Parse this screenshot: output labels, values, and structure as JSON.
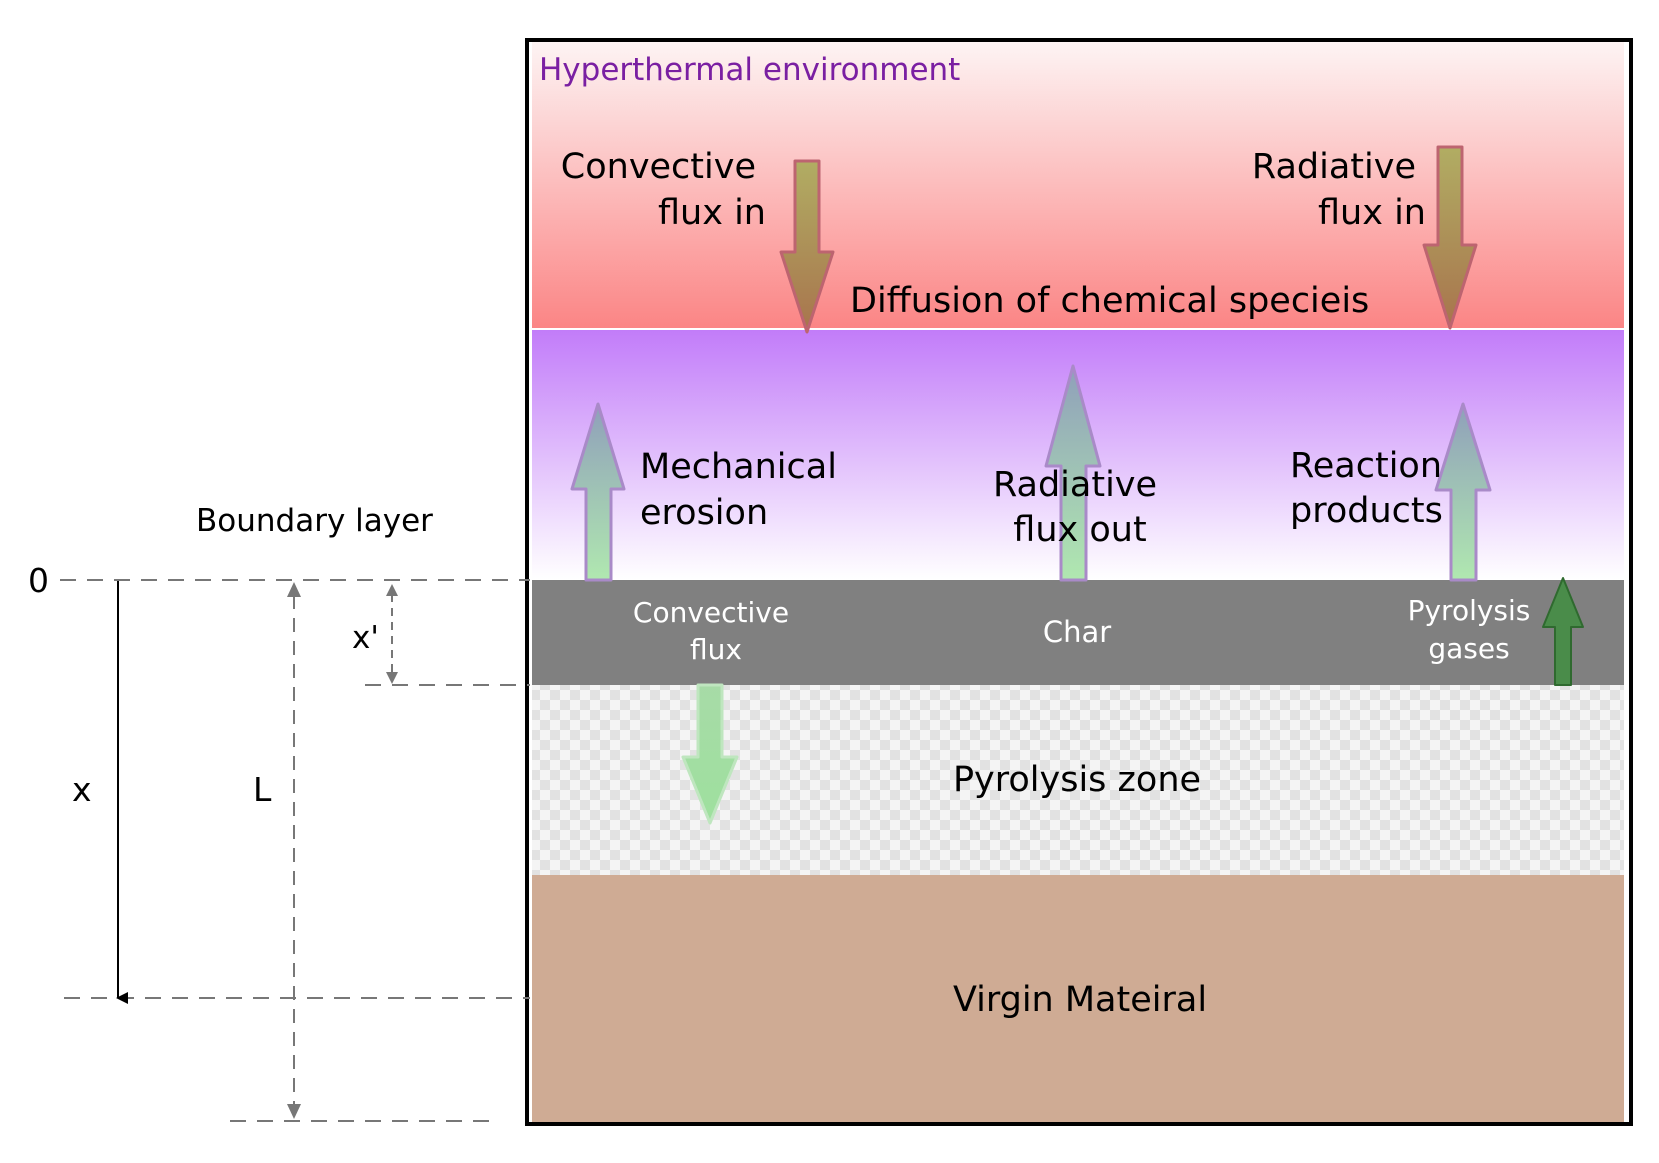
{
  "colors": {
    "hyperthermal_top": "#fdf4f4",
    "hyperthermal_bottom": "#fb8585",
    "boundary_top": "#c27cf9",
    "boundary_bottom": "#ffffff",
    "char": "#808080",
    "pyrolysis_light": "#f4f4f4",
    "pyrolysis_dark": "#dcdcdc",
    "virgin": "#cfab94",
    "hyperthermal_label": "#7a1fa2",
    "in_arrow_top": "#b1ad63",
    "in_arrow_bottom": "#a8744d",
    "in_arrow_stroke": "#bd6470",
    "out_arrow_top": "#8f9fba",
    "out_arrow_bottom": "#b0e8b0",
    "out_arrow_stroke": "#a98ac8",
    "green_arrow": "#4a8c4a",
    "dashed_line": "#777777"
  },
  "labels": {
    "hyperthermal_environment": "Hyperthermal environment",
    "convective_flux_in_line1": "Convective",
    "convective_flux_in_line2": "flux in",
    "radiative_flux_in_line1": "Radiative",
    "radiative_flux_in_line2": "flux in",
    "diffusion": "Diffusion of chemical specieis",
    "mechanical_erosion_line1": "Mechanical",
    "mechanical_erosion_line2": "erosion",
    "radiative_flux_out_line1": "Radiative",
    "radiative_flux_out_line2": "flux out",
    "reaction_products_line1": "Reaction",
    "reaction_products_line2": "products",
    "boundary_layer": "Boundary layer",
    "convective_flux_line1": "Convective",
    "convective_flux_line2": "flux",
    "char": "Char",
    "pyrolysis_gases_line1": "Pyrolysis",
    "pyrolysis_gases_line2": "gases",
    "pyrolysis_zone": "Pyrolysis zone",
    "virgin_material": "Virgin Mateiral",
    "zero": "0",
    "x": "x",
    "x_prime": "x'",
    "L": "L"
  }
}
